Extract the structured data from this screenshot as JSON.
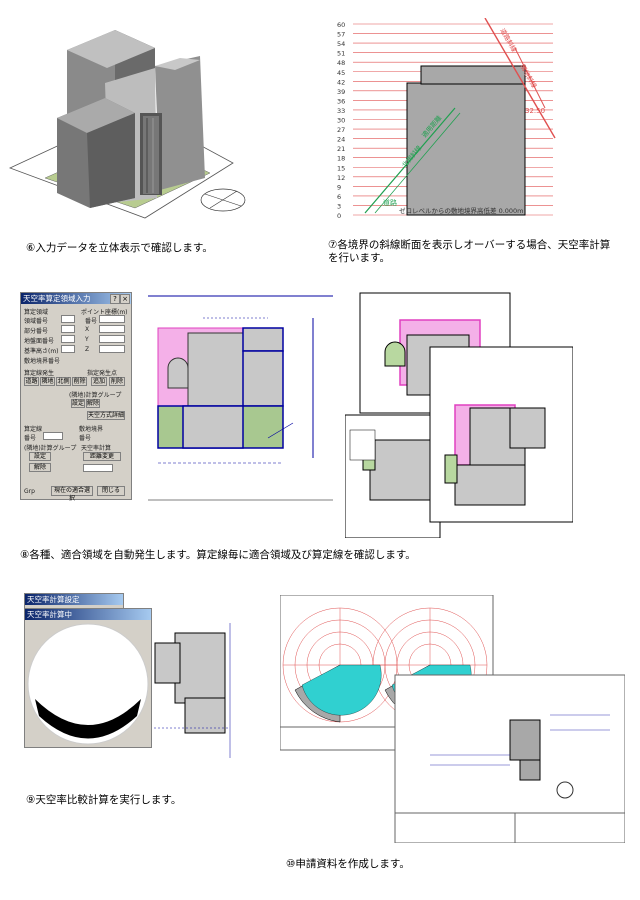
{
  "captions": {
    "c6": "⑥入力データを立体表示で確認します。",
    "c7_line1": "⑦各境界の斜線断面を表示しオーバーする場合、天空率計算",
    "c7_line2": "を行います。",
    "c8": "⑧各種、適合領域を自動発生します。算定線毎に適合領域及び算定線を確認します。",
    "c9": "⑨天空率比較計算を実行します。",
    "c10": "⑩申請資料を作成します。"
  },
  "section_chart": {
    "levels": [
      "60",
      "57",
      "54",
      "51",
      "48",
      "45",
      "42",
      "39",
      "36",
      "33",
      "30",
      "27",
      "24",
      "21",
      "18",
      "15",
      "12",
      "9",
      "6",
      "3",
      "0"
    ],
    "road_label": "道路",
    "baseline_label": "ゼロレベルからの敷地境界高低差 0.000m",
    "height_label": "32.50",
    "line_label_1": "隣地斜線",
    "line_label_2": "道路斜線",
    "line_label_3": "北側斜線",
    "line_label_4": "適用距離"
  },
  "dialog_area": {
    "title": "天空率算定領域入力",
    "help": "?",
    "close": "×",
    "labels": [
      "算定領域",
      "領域番号",
      "部分番号",
      "地盤面番号",
      "基準高さ(m)",
      "敷地境界番号"
    ],
    "point_header": "ポイント座標(m)",
    "point_labels": [
      "番号",
      "X",
      "Y",
      "Z"
    ],
    "section1": "算定線発生",
    "section1_buttons": [
      "道路",
      "隣地",
      "北側",
      "削除"
    ],
    "section2": "指定発生点",
    "section2_buttons": [
      "追加",
      "削除"
    ],
    "group_label": "(隣地)計算グループ",
    "group_buttons": [
      "設定",
      "解除"
    ],
    "calc_button": "天空方式詳細",
    "lower_labels": [
      "算定線",
      "番号",
      "敷地境界",
      "番号"
    ],
    "lower_group": "(隣地)計算グループ",
    "lower_group2": "天空率計算",
    "lower_buttons": [
      "設定",
      "解除",
      "距離変更"
    ],
    "footer_label": "Grp",
    "footer_button1": "現在の適合選択",
    "footer_button2": "閉じる"
  },
  "dialog_calc": {
    "back_title": "天空率計算設定",
    "title": "天空率計算中"
  },
  "colors": {
    "accent_red": "#e05050",
    "pink_zone": "#f090e0",
    "blue_line": "#0000a0",
    "gray_bldg": "#a8a8a8",
    "cyan_sky": "#30d0d0",
    "green_ground": "#c0d890"
  },
  "icons": {
    "help": "help-icon",
    "close": "close-icon",
    "compass": "compass-icon"
  }
}
